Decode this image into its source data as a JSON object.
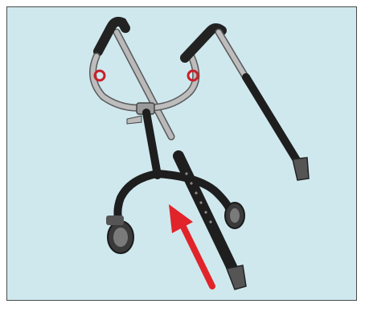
{
  "illustration": {
    "subject": "walker-frame-assembly",
    "colors": {
      "background": "#cfe8ee",
      "border": "#4a4a4a",
      "frame_black": "#2b2b2b",
      "frame_silver": "#a9a9a9",
      "grip_red": "#c8202a",
      "arrow_red": "#e0242a"
    },
    "icons": [
      "handle-left",
      "handle-right",
      "leg-left",
      "leg-right",
      "wheel-left",
      "wheel-right",
      "insert-arrow"
    ]
  }
}
